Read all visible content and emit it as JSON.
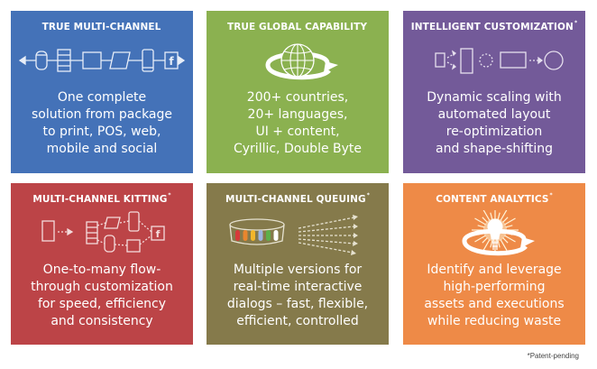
{
  "tiles": [
    {
      "title": "TRUE MULTI-CHANNEL",
      "patent": "",
      "icon": "channel-chain-icon",
      "color": "#4472B8",
      "lines": [
        "One complete",
        "solution from package",
        "to print, POS, web,",
        "mobile and social"
      ]
    },
    {
      "title": "TRUE GLOBAL CAPABILITY",
      "patent": "",
      "icon": "globe-cycle-icon",
      "color": "#8BB150",
      "lines": [
        "200+ countries,",
        "20+ languages,",
        "UI + content,",
        "Cyrillic, Double Byte"
      ]
    },
    {
      "title": "INTELLIGENT CUSTOMIZATION",
      "patent": "*",
      "icon": "shape-shift-icon",
      "color": "#735A99",
      "lines": [
        "Dynamic scaling with",
        "automated layout",
        "re-optimization",
        "and shape-shifting"
      ]
    },
    {
      "title": "MULTI-CHANNEL KITTING",
      "patent": "*",
      "icon": "kitting-network-icon",
      "color": "#BC4447",
      "lines": [
        "One-to-many flow-",
        "through customization",
        "for speed, efficiency",
        "and consistency"
      ]
    },
    {
      "title": "MULTI-CHANNEL QUEUING",
      "patent": "*",
      "icon": "queue-disc-icon",
      "color": "#857A4B",
      "lines": [
        "Multiple versions for",
        "real-time interactive",
        "dialogs – fast, flexible,",
        "efficient, controlled"
      ]
    },
    {
      "title": "CONTENT ANALYTICS",
      "patent": "*",
      "icon": "lightbulb-cycle-icon",
      "color": "#EE8A47",
      "lines": [
        "Identify and leverage",
        "high-performing",
        "assets and executions",
        "while reducing waste"
      ]
    }
  ],
  "queue_colors": [
    "#D63A3A",
    "#E8862E",
    "#F2B62A",
    "#9DB5E0",
    "#5DB04A",
    "#FFFFFF"
  ],
  "footnote": "*Patent-pending"
}
